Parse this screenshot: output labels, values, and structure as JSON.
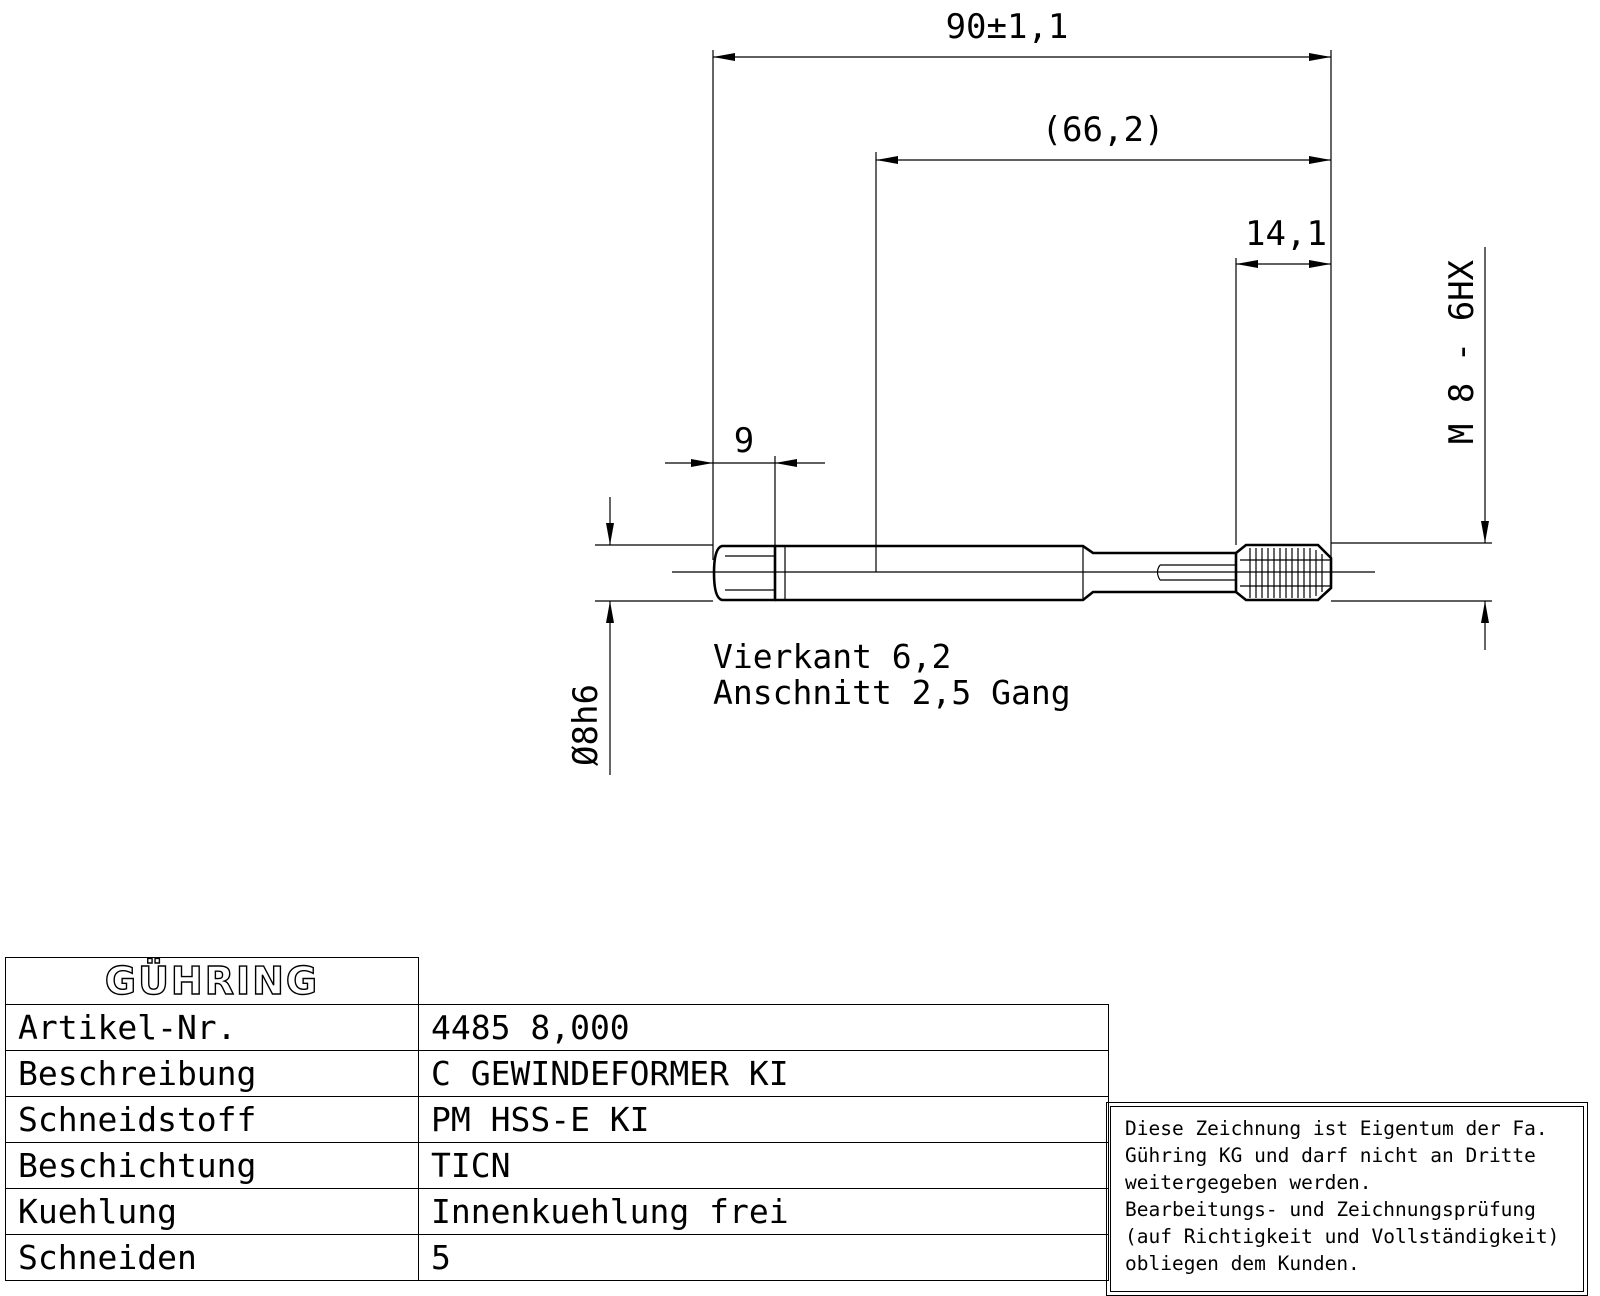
{
  "drawing": {
    "dimensions": {
      "overall_length": "90±1,1",
      "shank_length": "(66,2)",
      "thread_length": "14,1",
      "square_length": "9",
      "thread_size": "M 8 - 6HX",
      "shank_diameter": "Ø8h6"
    },
    "notes": [
      "Vierkant 6,2",
      "Anschnitt 2,5 Gang"
    ]
  },
  "title_block": {
    "logo": "GÜHRING",
    "rows": [
      {
        "label": "Artikel-Nr.",
        "value": "4485 8,000"
      },
      {
        "label": "Beschreibung",
        "value": "C GEWINDEFORMER KI"
      },
      {
        "label": "Schneidstoff",
        "value": "PM HSS-E KI"
      },
      {
        "label": "Beschichtung",
        "value": "TICN"
      },
      {
        "label": "Kuehlung",
        "value": "Innenkuehlung frei"
      },
      {
        "label": "Schneiden",
        "value": "5"
      }
    ]
  },
  "notice": [
    "Diese Zeichnung ist Eigentum der Fa.",
    "Gühring KG und darf nicht an Dritte",
    "weitergegeben werden.",
    "Bearbeitungs- und Zeichnungsprüfung",
    "(auf Richtigkeit und Vollständigkeit)",
    "obliegen dem Kunden."
  ]
}
